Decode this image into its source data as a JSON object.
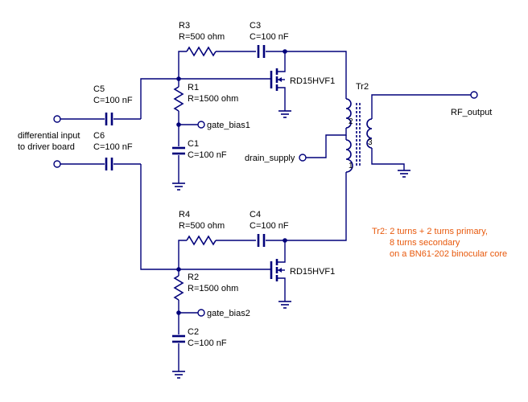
{
  "components": {
    "R3": {
      "ref": "R3",
      "value": "R=500 ohm"
    },
    "C3": {
      "ref": "C3",
      "value": "C=100 nF"
    },
    "C5": {
      "ref": "C5",
      "value": "C=100 nF"
    },
    "R1": {
      "ref": "R1",
      "value": "R=1500 ohm"
    },
    "C6": {
      "ref": "C6",
      "value": "C=100 nF"
    },
    "C1": {
      "ref": "C1",
      "value": "C=100 nF"
    },
    "R4": {
      "ref": "R4",
      "value": "R=500 ohm"
    },
    "C4": {
      "ref": "C4",
      "value": "C=100 nF"
    },
    "R2": {
      "ref": "R2",
      "value": "R=1500 ohm"
    },
    "C2": {
      "ref": "C2",
      "value": "C=100 nF"
    },
    "Q1": {
      "part": "RD15HVF1"
    },
    "Q2": {
      "part": "RD15HVF1"
    },
    "Tr2": {
      "ref": "Tr2",
      "pin1": "1",
      "pin2": "2",
      "pin3": "3"
    }
  },
  "ports": {
    "gate_bias1": "gate_bias1",
    "gate_bias2": "gate_bias2",
    "drain_supply": "drain_supply",
    "rf_output": "RF_output",
    "input_line1": "differential input",
    "input_line2": "to driver board"
  },
  "note": {
    "line1": "Tr2: 2 turns + 2 turns primary,",
    "line2": "8 turns secondary",
    "line3": "on a BN61-202 binocular core"
  },
  "colors": {
    "wire": "#00007a",
    "note": "#e8590c"
  }
}
